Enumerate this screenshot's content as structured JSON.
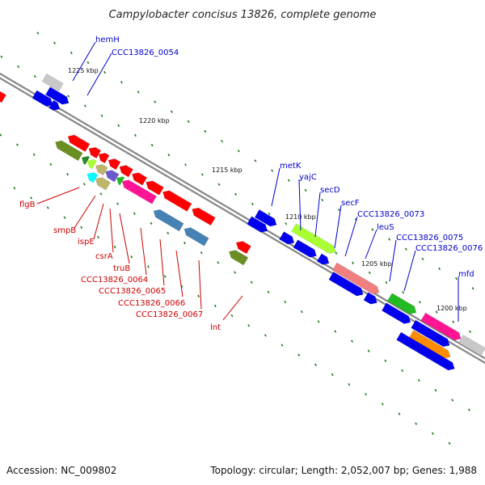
{
  "title": "Campylobacter concisus 13826, complete genome",
  "footer": {
    "accession": "Accession: NC_009802",
    "summary": "Topology: circular; Length: 2,052,007 bp; Genes: 1,988"
  },
  "colors": {
    "forward_label": "#0000cc",
    "reverse_label": "#cc0000",
    "backbone": "#888888",
    "tick": "#1a7a1a"
  },
  "axis": {
    "ticks": [
      {
        "label": "1225 kbp"
      },
      {
        "label": "1220 kbp"
      },
      {
        "label": "1215 kbp"
      },
      {
        "label": "1210 kbp"
      },
      {
        "label": "1205 kbp"
      },
      {
        "label": "1200 kbp"
      }
    ]
  },
  "gene_labels_upper": [
    {
      "name": "hemH"
    },
    {
      "name": "CCC13826_0054"
    },
    {
      "name": "metK"
    },
    {
      "name": "yajC"
    },
    {
      "name": "secD"
    },
    {
      "name": "secF"
    },
    {
      "name": "CCC13826_0073"
    },
    {
      "name": "leuS"
    },
    {
      "name": "CCC13826_0075"
    },
    {
      "name": "CCC13826_0076"
    },
    {
      "name": "mfd"
    }
  ],
  "gene_labels_lower": [
    {
      "name": "flgB"
    },
    {
      "name": "smpB"
    },
    {
      "name": "ispE"
    },
    {
      "name": "csrA"
    },
    {
      "name": "truB"
    },
    {
      "name": "CCC13826_0064"
    },
    {
      "name": "CCC13826_0065"
    },
    {
      "name": "CCC13826_0066"
    },
    {
      "name": "CCC13826_0067"
    },
    {
      "name": "lnt"
    }
  ]
}
